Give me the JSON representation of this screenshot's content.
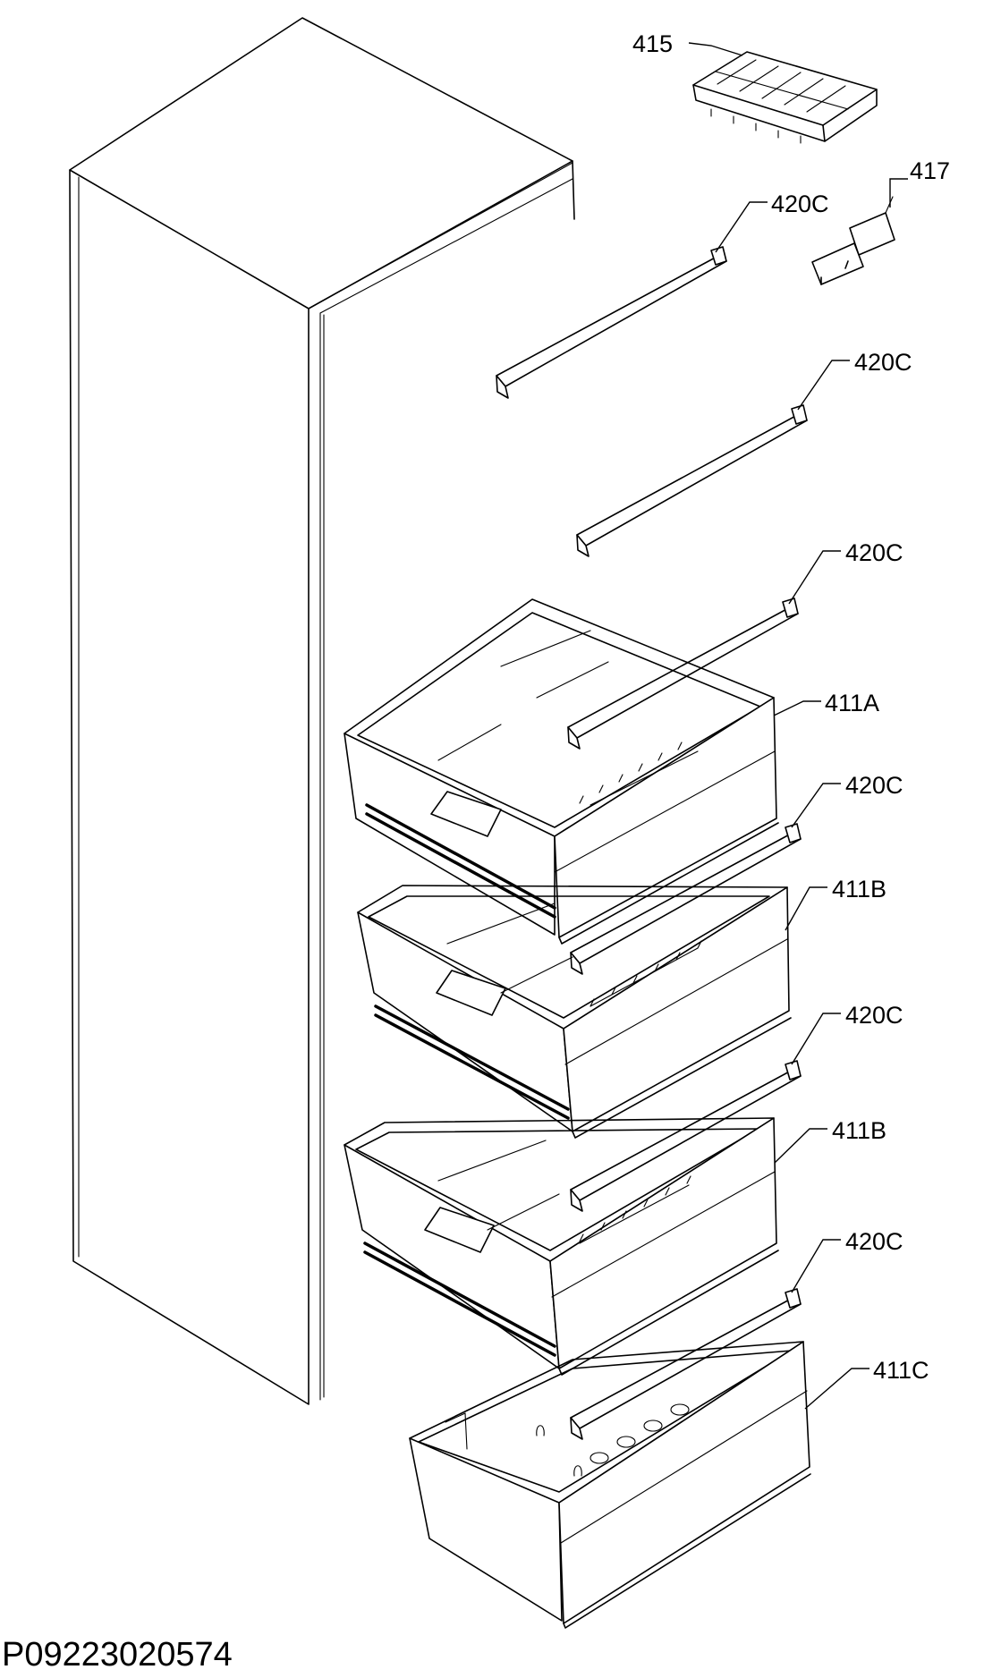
{
  "parts": {
    "ice_tray": "415",
    "bracket": "417",
    "shelf_rail_1": "420C",
    "shelf_rail_2": "420C",
    "shelf_rail_3": "420C",
    "shelf_rail_4": "420C",
    "shelf_rail_5": "420C",
    "shelf_rail_6": "420C",
    "drawer_top": "411A",
    "drawer_middle_1": "411B",
    "drawer_middle_2": "411B",
    "drawer_bottom": "411C"
  },
  "drawing_code": "P09223020574"
}
